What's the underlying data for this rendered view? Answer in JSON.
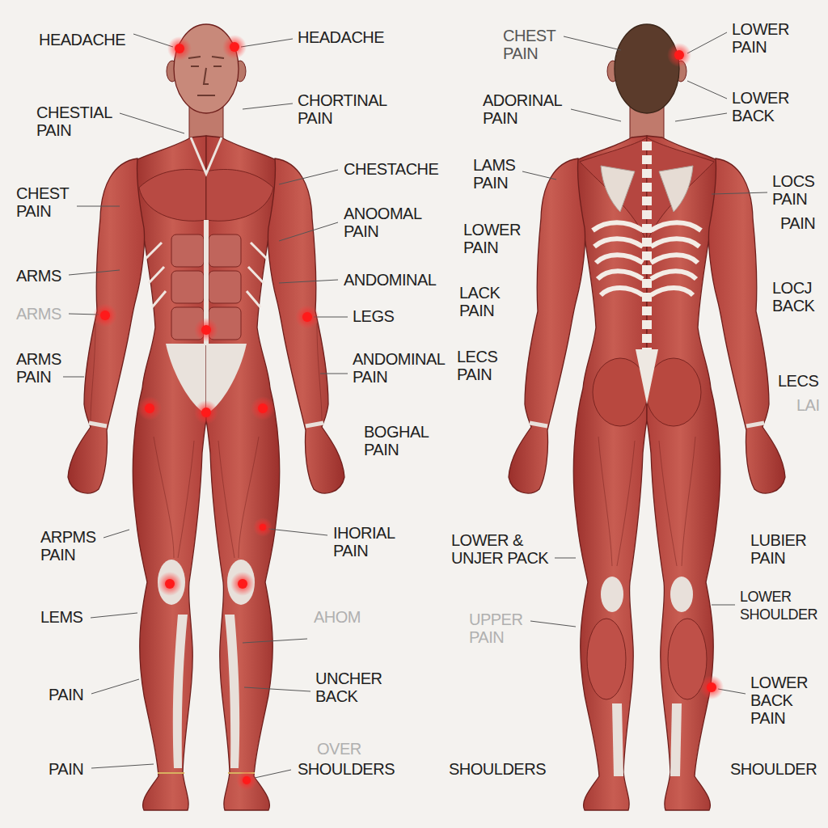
{
  "diagram": {
    "labels": [
      "HEADACHE",
      "CHESTIAL PAIN",
      "CHEST PAIN",
      "ARMS",
      "ARMS",
      "ARMS PAIN",
      "HEADACHE",
      "CHORTINAL PAIN",
      "CHESTACHE",
      "ANOOMAL PAIN",
      "ANDOMINAL",
      "LEGS",
      "ANDOMINAL PAIN",
      "BOGHAL PAIN",
      "ARPMS PAIN",
      "LEMS",
      "IHORIAL PAIN",
      "AHOM",
      "PAIN",
      "UNCHER BACK",
      "OVER",
      "PAIN",
      "SHOULDERS",
      "CHEST PAIN",
      "ADORINAL PAIN",
      "LAMS PAIN",
      "LOWER PAIN",
      "LACK PAIN",
      "LECS PAIN",
      "LOWER & UNJER PACK",
      "UPPER PAIN",
      "SHOULDERS",
      "LOWER PAIN",
      "LOWER BACK",
      "LOCS PAIN",
      "PAIN",
      "LOCJ BACK",
      "LECS",
      "LAI",
      "LUBIER PAIN",
      "LOWER SHOULDER",
      "LOWER BACK PAIN",
      "SHOULDER"
    ]
  }
}
